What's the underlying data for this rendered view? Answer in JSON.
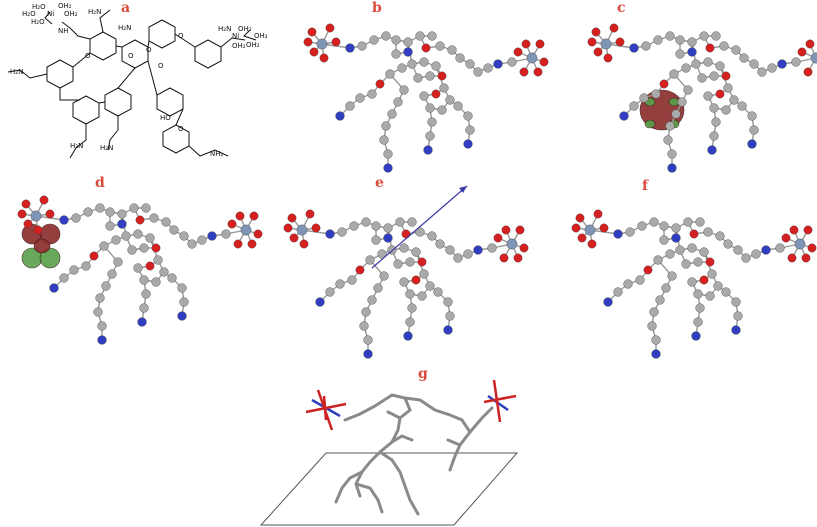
{
  "panels": {
    "a": {
      "label": "a",
      "formula_labels": [
        {
          "text": "H₂O"
        },
        {
          "text": "OH₂"
        },
        {
          "text": "H₂O"
        },
        {
          "text": "Ni"
        },
        {
          "text": "OH₂"
        },
        {
          "text": "H₂O"
        },
        {
          "text": "NH"
        },
        {
          "text": "H₂N"
        },
        {
          "text": "H₂N"
        },
        {
          "text": "O"
        },
        {
          "text": "O"
        },
        {
          "text": "O"
        },
        {
          "text": "O"
        },
        {
          "text": "O"
        },
        {
          "text": "H₂N"
        },
        {
          "text": "H₂N"
        },
        {
          "text": "H₂N"
        },
        {
          "text": "HO"
        },
        {
          "text": "O"
        },
        {
          "text": "NH₂"
        },
        {
          "text": "H₂N"
        },
        {
          "text": "OH₂"
        },
        {
          "text": "Ni"
        },
        {
          "text": "OH₂"
        },
        {
          "text": "OH₂"
        },
        {
          "text": "OH₂"
        }
      ]
    },
    "b": {
      "label": "b"
    },
    "c": {
      "label": "c"
    },
    "d": {
      "label": "d"
    },
    "e": {
      "label": "e"
    },
    "f": {
      "label": "f"
    },
    "g": {
      "label": "g"
    }
  },
  "colors": {
    "label": "#d84a3a",
    "carbon": "#a9a9a9",
    "oxygen": "#d62020",
    "nitrogen": "#2f3fbf",
    "nickel": "#7f95b5",
    "orbital_red": "#8a2a2a",
    "orbital_green": "#5aa04a",
    "vector": "#3a3aa8"
  }
}
